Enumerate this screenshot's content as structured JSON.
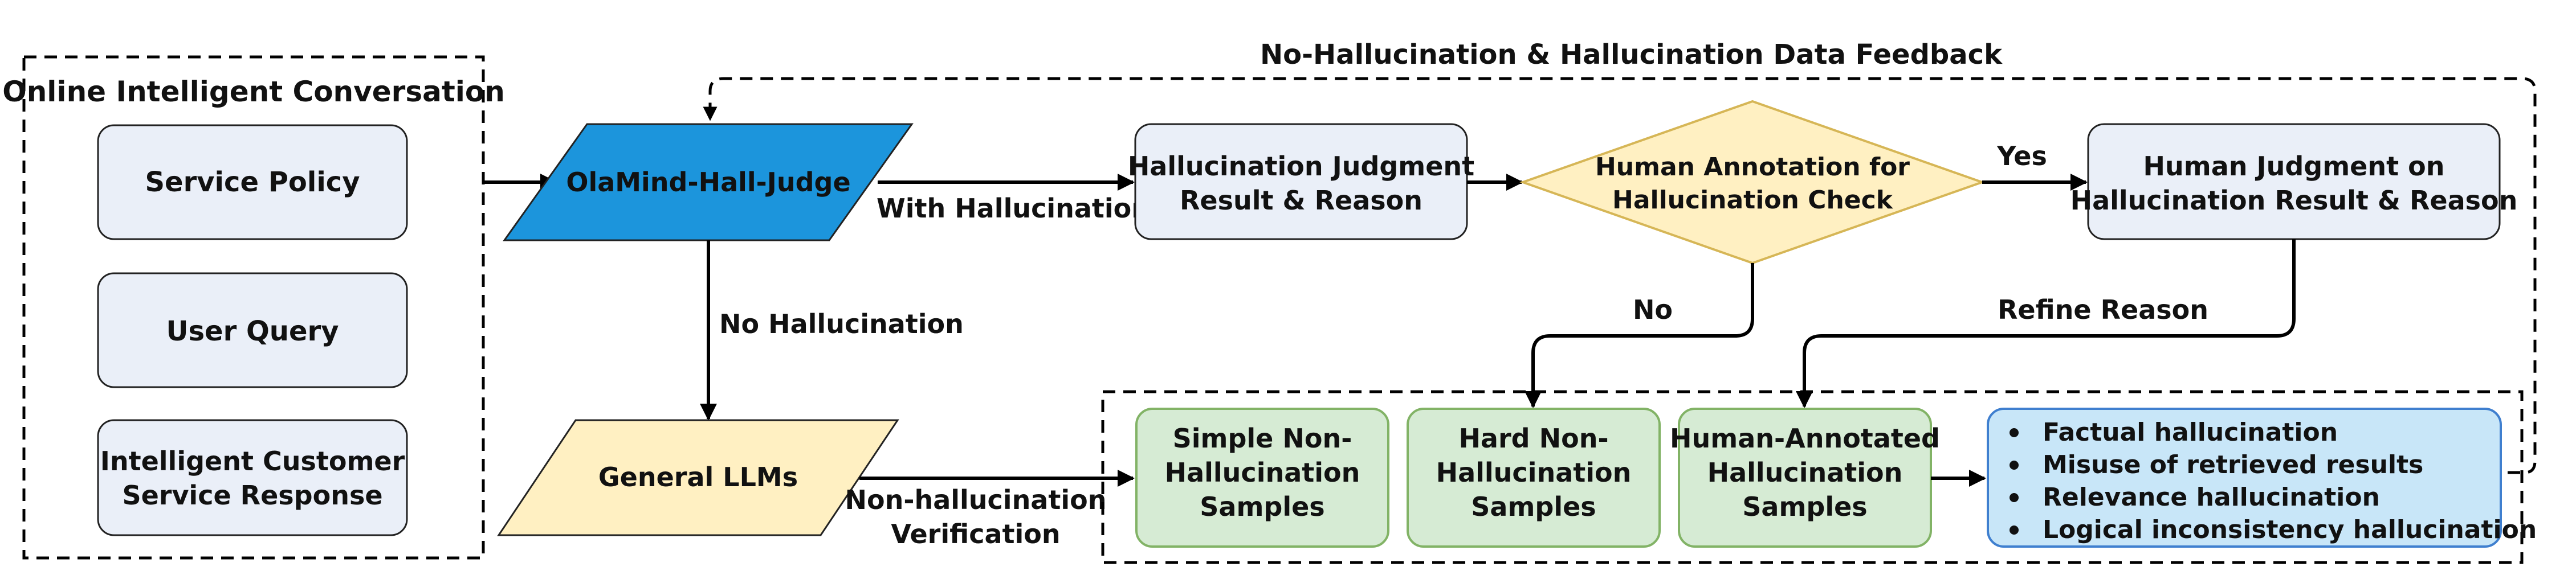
{
  "colors": {
    "input_box_fill": "#eaeff8",
    "judge_fill": "#1c95dc",
    "llm_fill": "#fff0c2",
    "decision_fill": "#fff0c2",
    "decision_stroke": "#d6b656",
    "sample_fill": "#d6ebd4",
    "sample_stroke": "#82b366",
    "types_fill": "#c8e6f8",
    "types_stroke": "#3f7fcf"
  },
  "online": {
    "title": "Online Intelligent Conversation",
    "service_policy": "Service Policy",
    "user_query": "User Query",
    "response_line1": "Intelligent Customer",
    "response_line2": "Service Response"
  },
  "judge": {
    "label": "OlaMind-Hall-Judge"
  },
  "general_llms": {
    "label": "General LLMs"
  },
  "result": {
    "line1": "Hallucination Judgment",
    "line2": "Result & Reason"
  },
  "annotation": {
    "line1": "Human Annotation for",
    "line2": "Hallucination Check"
  },
  "human_judgment": {
    "line1": "Human Judgment on",
    "line2": "Hallucination Result & Reason"
  },
  "edges": {
    "feedback": "No-Hallucination & Hallucination Data Feedback",
    "with_hallucination": "With Hallucination",
    "no_hallucination": "No Hallucination",
    "yes": "Yes",
    "no": "No",
    "refine_reason": "Refine Reason",
    "verification_line1": "Non-hallucination",
    "verification_line2": "Verification"
  },
  "samples": {
    "simple": {
      "line1": "Simple Non-",
      "line2": "Hallucination",
      "line3": "Samples"
    },
    "hard": {
      "line1": "Hard Non-",
      "line2": "Hallucination",
      "line3": "Samples"
    },
    "annotated": {
      "line1": "Human-Annotated",
      "line2": "Hallucination",
      "line3": "Samples"
    }
  },
  "hallucination_types": [
    "Factual hallucination",
    "Misuse of retrieved results",
    "Relevance hallucination",
    "Logical inconsistency hallucination"
  ]
}
